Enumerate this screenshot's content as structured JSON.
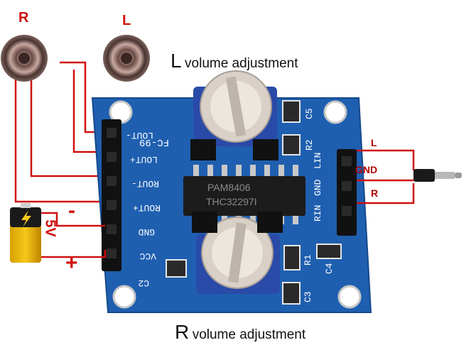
{
  "speakers": {
    "right_label": "R",
    "left_label": "L"
  },
  "annotations": {
    "left_volume": {
      "initial": "L",
      "text": "volume adjustment"
    },
    "right_volume": {
      "initial": "R",
      "text": "volume adjustment"
    }
  },
  "board": {
    "name": "FC-99",
    "chip": {
      "line1": "PAM8406",
      "line2": "THC32297I"
    },
    "pins": [
      "LOUT-",
      "LOUT+",
      "ROUT-",
      "ROUT+",
      "GND",
      "VCC"
    ],
    "jack_pins": [
      "LIN",
      "GND",
      "RIN"
    ],
    "components": [
      "C5",
      "R2",
      "R1",
      "C4",
      "C3",
      "C2"
    ]
  },
  "jack_labels": [
    "L",
    "GND",
    "R"
  ],
  "battery": {
    "voltage": "5V",
    "minus": "-",
    "plus": "+"
  },
  "colors": {
    "board": "#1f5fb0",
    "wire": "#d01010",
    "potentiometer": "#2a4aa8"
  }
}
